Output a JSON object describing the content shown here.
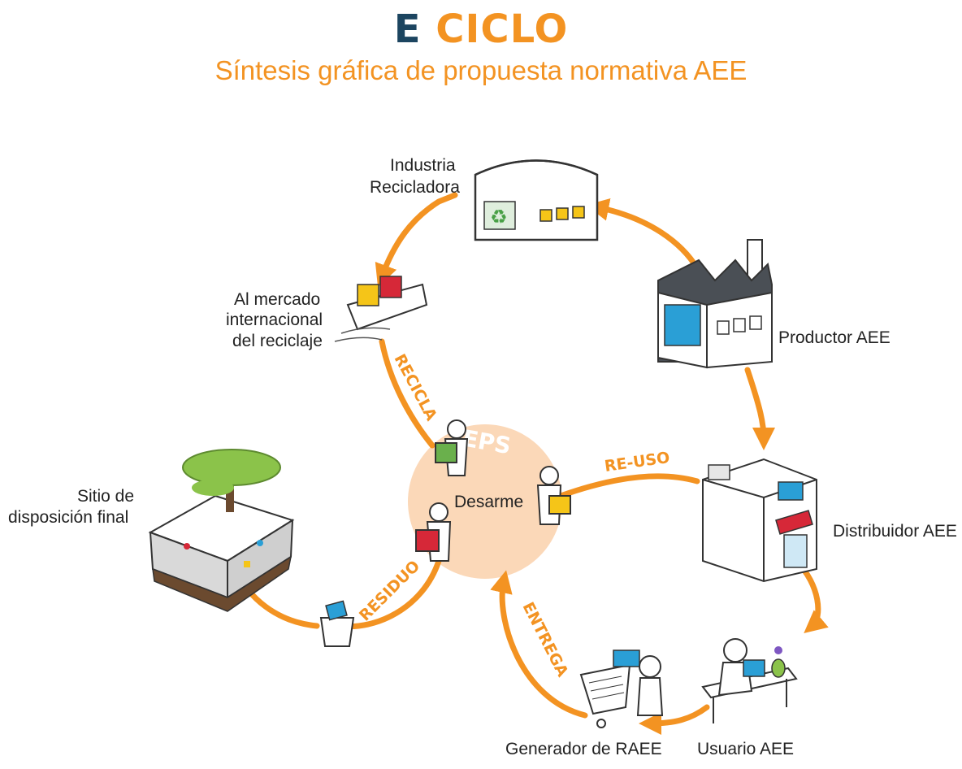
{
  "header": {
    "logo_e": "E",
    "logo_ciclo": "CICLO",
    "subtitle": "Síntesis gráfica de propuesta normativa AEE"
  },
  "center": {
    "badge": "EPS",
    "label": "Desarme"
  },
  "nodes": {
    "industria_line1": "Industria",
    "industria_line2": "Recicladora",
    "productor": "Productor AEE",
    "distribuidor": "Distribuidor AEE",
    "usuario": "Usuario AEE",
    "generador": "Generador de RAEE",
    "sitio_line1": "Sitio de",
    "sitio_line2": "disposición final",
    "mercado_line1": "Al mercado",
    "mercado_line2": "internacional",
    "mercado_line3": "del reciclaje"
  },
  "flows": {
    "recicla": "RECICLA",
    "reuso": "RE-USO",
    "residuo": "RESIDUO",
    "entrega": "ENTREGA"
  },
  "colors": {
    "accent": "#f39322",
    "navy": "#1c4560",
    "circle_fill": "#fbd8b8"
  }
}
